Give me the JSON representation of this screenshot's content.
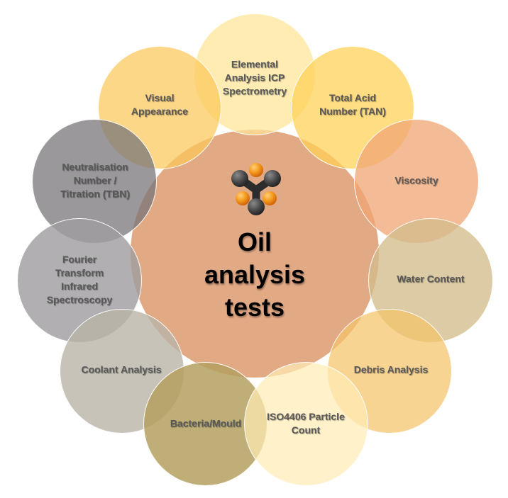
{
  "diagram": {
    "center": {
      "title": "Oil\nanalysis\ntests",
      "icon": "molecule-logo-icon",
      "color": "#e2a985"
    },
    "nodes": [
      {
        "id": "elemental",
        "label": "Elemental\nAnalysis  ICP\nSpectrometry",
        "color": "rgba(255,229,150,0.72)"
      },
      {
        "id": "tan",
        "label": "Total Acid\nNumber (TAN)",
        "color": "rgba(255,210,90,0.75)"
      },
      {
        "id": "viscosity",
        "label": "Viscosity",
        "color": "rgba(240,165,115,0.75)"
      },
      {
        "id": "water",
        "label": "Water Content",
        "color": "rgba(210,188,140,0.78)"
      },
      {
        "id": "debris",
        "label": "Debris Analysis",
        "color": "rgba(245,195,105,0.72)"
      },
      {
        "id": "iso4406",
        "label": "ISO4406 Particle\nCount",
        "color": "rgba(255,235,180,0.72)"
      },
      {
        "id": "bacteria",
        "label": "Bacteria/Mould",
        "color": "rgba(180,160,95,0.85)"
      },
      {
        "id": "coolant",
        "label": "Coolant  Analysis",
        "color": "rgba(185,180,168,0.8)"
      },
      {
        "id": "ftir",
        "label": "Fourier\nTransform\nInfrared\nSpectroscopy",
        "color": "rgba(160,158,160,0.82)"
      },
      {
        "id": "neutralisation",
        "label": "Neutralisation\nNumber /\nTitration  (TBN)",
        "color": "rgba(120,118,120,0.75)"
      },
      {
        "id": "visual",
        "label": "Visual\nAppearance",
        "color": "rgba(252,200,90,0.72)"
      }
    ]
  }
}
